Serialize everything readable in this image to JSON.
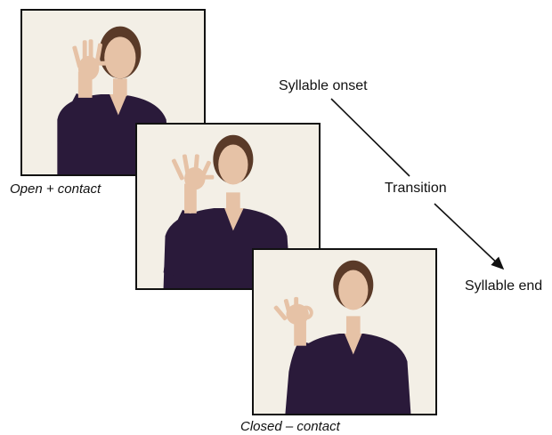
{
  "captions": {
    "first": "Open + contact",
    "last": "Closed – contact"
  },
  "labels": {
    "onset": "Syllable onset",
    "transition": "Transition",
    "end": "Syllable end"
  },
  "colors": {
    "background": "#f3efe6",
    "sweater": "#2a1a3a",
    "skin": "#e6c2a6",
    "hair": "#5a3a28",
    "frame": "#111111"
  }
}
